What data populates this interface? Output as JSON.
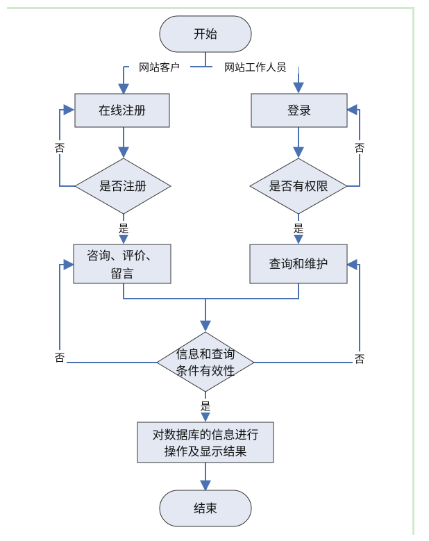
{
  "colors": {
    "node_fill": "#e3e8f3",
    "node_stroke": "#333333",
    "arrow": "#4a72b0"
  },
  "nodes": {
    "start": "开始",
    "register_online": "在线注册",
    "login": "登录",
    "is_registered": "是否注册",
    "has_permission": "是否有权限",
    "consult_line1": "咨询、评价、",
    "consult_line2": "留言",
    "query_maintain": "查询和维护",
    "valid_line1": "信息和查询",
    "valid_line2": "条件有效性",
    "operate_line1": "对数据库的信息进行",
    "operate_line2": "操作及显示结果",
    "end": "结束"
  },
  "edges": {
    "customer": "网站客户",
    "staff": "网站工作人员",
    "no_left_loop": "否",
    "no_right_loop": "否",
    "yes_registered": "是",
    "yes_permission": "是",
    "no_bottom_left": "否",
    "no_bottom_right": "否",
    "yes_valid": "是"
  }
}
